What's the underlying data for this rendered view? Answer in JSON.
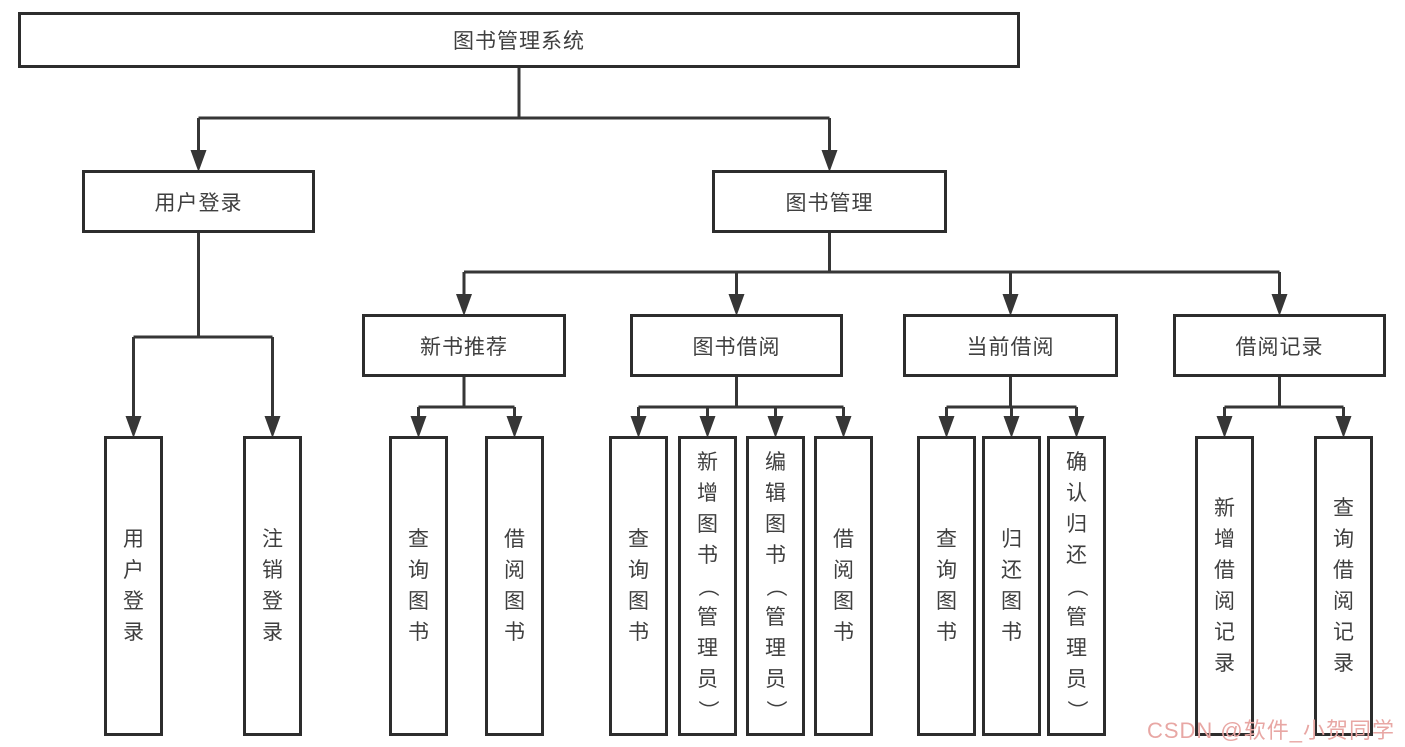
{
  "tree": {
    "label": "图书管理系统",
    "children": [
      {
        "label": "用户登录",
        "children": [
          {
            "label": "用户登录"
          },
          {
            "label": "注销登录"
          }
        ]
      },
      {
        "label": "图书管理",
        "children": [
          {
            "label": "新书推荐",
            "children": [
              {
                "label": "查询图书"
              },
              {
                "label": "借阅图书"
              }
            ]
          },
          {
            "label": "图书借阅",
            "children": [
              {
                "label": "查询图书"
              },
              {
                "label": "新增图书（管理员）"
              },
              {
                "label": "编辑图书（管理员）"
              },
              {
                "label": "借阅图书"
              }
            ]
          },
          {
            "label": "当前借阅",
            "children": [
              {
                "label": "查询图书"
              },
              {
                "label": "归还图书"
              },
              {
                "label": "确认归还（管理员）"
              }
            ]
          },
          {
            "label": "借阅记录",
            "children": [
              {
                "label": "新增借阅记录"
              },
              {
                "label": "查询借阅记录"
              }
            ]
          }
        ]
      }
    ]
  },
  "watermark": {
    "text": "CSDN @软件_小贺同学",
    "color": "#e8a7a4"
  },
  "colors": {
    "line": "#363636",
    "box_border": "#2d2d2d",
    "text": "#3f3f3f",
    "background": "#ffffff"
  }
}
